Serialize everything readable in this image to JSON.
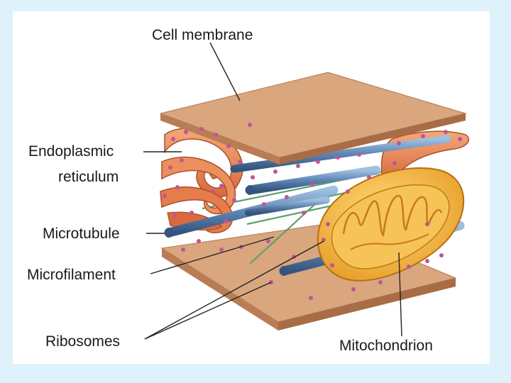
{
  "labels": {
    "cell_membrane": "Cell membrane",
    "endoplasmic_line1": "Endoplasmic",
    "endoplasmic_line2": "reticulum",
    "microtubule": "Microtubule",
    "microfilament": "Microfilament",
    "ribosomes": "Ribosomes",
    "mitochondrion": "Mitochondrion"
  },
  "colors": {
    "background": "#dff1fb",
    "membrane": "#d9a67e",
    "membrane_edge": "#b07650",
    "er": "#e8895a",
    "microtubule": "#5f86b4",
    "microfilament": "#5aa070",
    "mitochondrion": "#f0b43a",
    "ribosome": "#c0559a"
  }
}
